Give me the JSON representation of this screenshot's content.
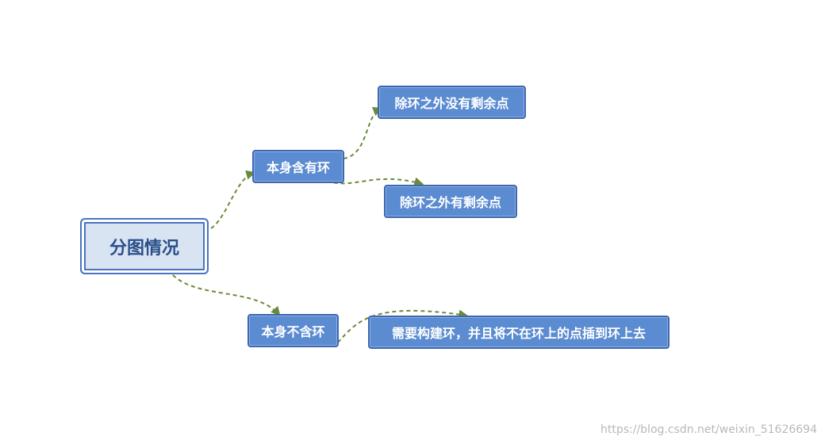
{
  "diagram": {
    "root": {
      "label": "分图情况"
    },
    "nodes": {
      "has_cycle": "本身含有环",
      "no_remaining": "除环之外没有剩余点",
      "has_remaining": "除环之外有剩余点",
      "no_cycle": "本身不含环",
      "build_cycle": "需要构建环，并且将不在环上的点插到环上去"
    },
    "edges": [
      {
        "from": "root",
        "to": "has_cycle"
      },
      {
        "from": "has_cycle",
        "to": "no_remaining"
      },
      {
        "from": "has_cycle",
        "to": "has_remaining"
      },
      {
        "from": "root",
        "to": "no_cycle"
      },
      {
        "from": "no_cycle",
        "to": "build_cycle"
      }
    ],
    "colors": {
      "edge": "#6a8a3a",
      "node_fill": "#5b8bd0",
      "node_border": "#3e67b1",
      "root_fill": "#d9e4f3"
    }
  },
  "watermark": "https://blog.csdn.net/weixin_51626694"
}
